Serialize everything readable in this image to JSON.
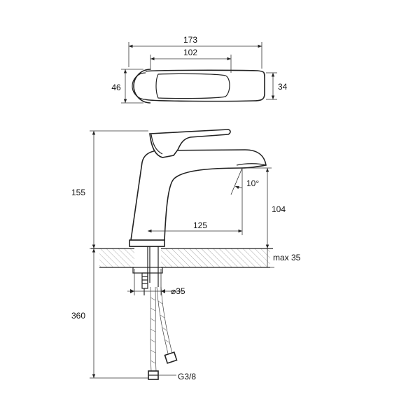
{
  "drawing": {
    "top_view": {
      "overall_length": "173",
      "lever_length": "102",
      "base_diameter": "46",
      "lever_width": "34"
    },
    "side_view": {
      "total_height": "155",
      "spout_height": "104",
      "spout_reach": "125",
      "spout_angle": "10°",
      "max_deck_thickness": "max 35",
      "hole_diameter": "⌀35",
      "hose_length": "360",
      "thread_size": "G3/8"
    }
  }
}
